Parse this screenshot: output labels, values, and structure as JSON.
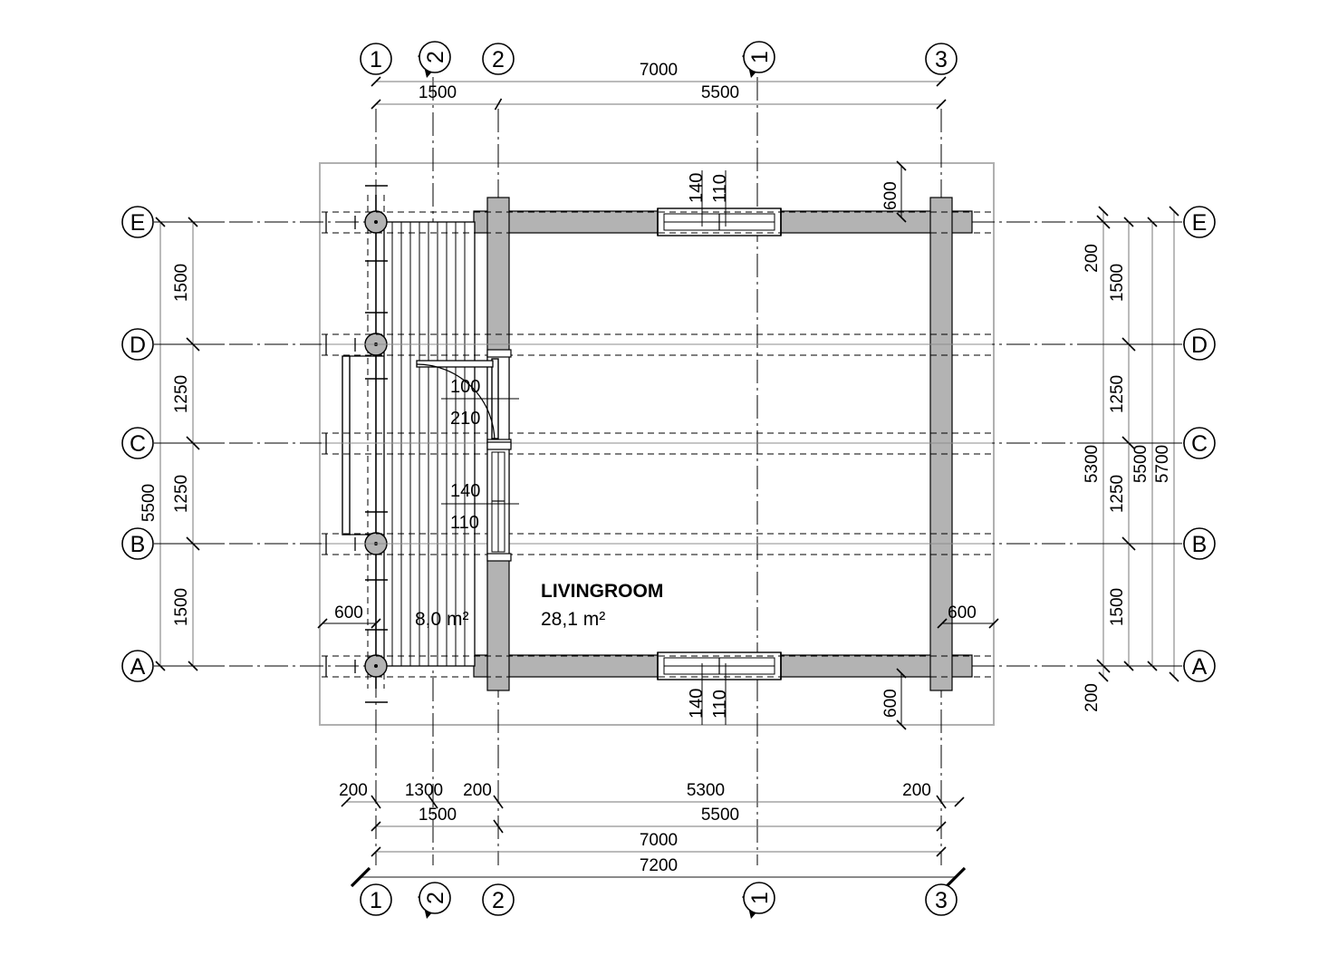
{
  "drawing": {
    "type": "architectural-floor-plan",
    "room_labels": [
      {
        "name": "LIVINGROOM",
        "area": "28,1 m²"
      },
      {
        "name": "",
        "area": "8,0 m²"
      }
    ]
  },
  "grid": {
    "vertical_bubbles_top": [
      "1",
      "2",
      "3"
    ],
    "vertical_bubbles_bottom": [
      "1",
      "2",
      "3"
    ],
    "horizontal_bubbles_left": [
      "E",
      "D",
      "C",
      "B",
      "A"
    ],
    "horizontal_bubbles_right": [
      "E",
      "D",
      "C",
      "B",
      "A"
    ],
    "section_markers_top": [
      "2",
      "1"
    ],
    "section_markers_bottom": [
      "2",
      "1"
    ]
  },
  "dimensions": {
    "top_row_upper": [
      "7000"
    ],
    "top_row_lower": [
      "1500",
      "5500"
    ],
    "bottom_row_1": [
      "200",
      "1300",
      "200",
      "5300",
      "200"
    ],
    "bottom_row_2": [
      "1500",
      "5500"
    ],
    "bottom_row_3": [
      "7000"
    ],
    "bottom_row_4": [
      "7200"
    ],
    "left_inner": [
      "1500",
      "1250",
      "1250",
      "1500"
    ],
    "left_outer": [
      "5500"
    ],
    "right_col_1": [
      "200",
      "5300",
      "200"
    ],
    "right_col_2": [
      "1500",
      "1250",
      "1250",
      "1500"
    ],
    "right_col_3": [
      "5500"
    ],
    "right_col_4": [
      "5700"
    ]
  },
  "annotations": {
    "top_window": {
      "width": "140",
      "height": "110"
    },
    "bottom_window": {
      "width": "140",
      "height": "110"
    },
    "door": {
      "width": "100",
      "height": "210"
    },
    "side_window": {
      "width": "140",
      "height": "110"
    },
    "offset_top_right": "600",
    "offset_bottom_right": "600",
    "offset_right_inner": "600",
    "offset_left_terrace": "600"
  },
  "colors": {
    "wall_fill": "#b3b3b3",
    "line": "#000000",
    "light_line": "#b0b0b0",
    "post_fill": "#a8a8a8"
  }
}
